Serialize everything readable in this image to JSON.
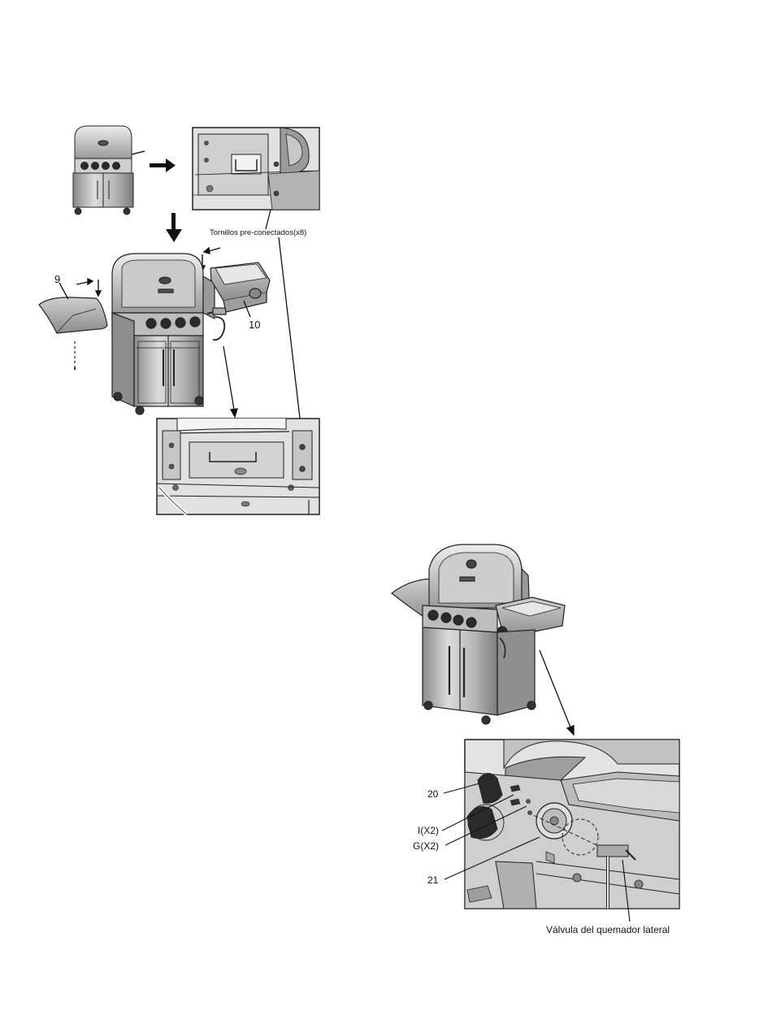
{
  "page": {
    "width": 950,
    "height": 1260
  },
  "callouts": {
    "preconnected_screws": "Tornillos pre-conectados(x8)",
    "part_9": "9",
    "part_10": "10",
    "part_20": "20",
    "part_i": "I(X2)",
    "part_g": "G(X2)",
    "part_21": "21",
    "side_burner_valve": "Válvula del quemador lateral"
  },
  "colors": {
    "line": "#1a1a1a",
    "metal_light": "#d8d8d8",
    "metal_mid": "#a9a9a9",
    "metal_dark": "#6e6e6e",
    "knob": "#2a2a2a",
    "detail_bg": "#e4e4e4"
  }
}
